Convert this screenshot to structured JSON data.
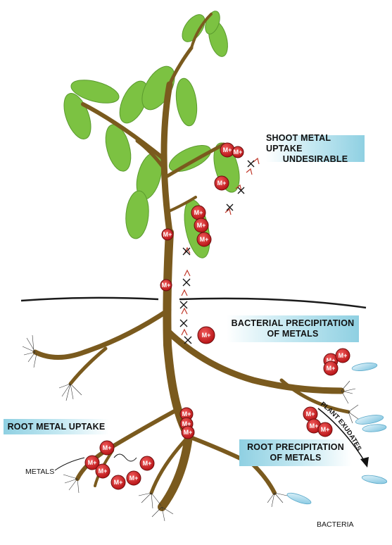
{
  "labels": {
    "shoot_uptake_line1": "SHOOT METAL UPTAKE",
    "shoot_uptake_line2": "UNDESIRABLE",
    "bacterial_precip_line1": "BACTERIAL PRECIPITATION",
    "bacterial_precip_line2": "OF METALS",
    "root_uptake": "ROOT METAL UPTAKE",
    "root_precip_line1": "ROOT PRECIPITATION",
    "root_precip_line2": "OF METALS",
    "metals": "METALS",
    "bacteria": "BACTERIA",
    "plant_exudates": "PLANT EXUDATES"
  },
  "ion_label": "M+",
  "colors": {
    "leaf": "#7cc242",
    "leaf_dark": "#5a9a2e",
    "stem": "#7a5a1e",
    "stem_dark": "#5a3f12",
    "ion_fill": "#d6262a",
    "ion_stroke": "#6b0e0e",
    "soil_line": "#1a1a1a",
    "callout_blue": "#8fd0e2",
    "bacteria": "#9fd3e8"
  }
}
